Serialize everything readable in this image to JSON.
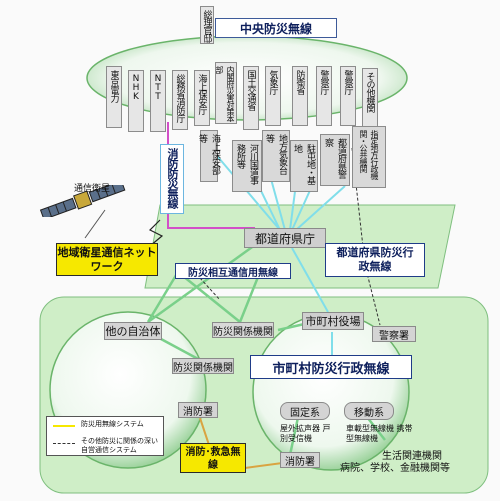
{
  "central": {
    "title": "中央防災無線",
    "hq": "総理官邸",
    "top_pillars": [
      "東京電力",
      "NHK",
      "NTT",
      "総務省消防庁",
      "海上保安庁",
      "内閣府災害対策本部",
      "国土交通省",
      "気象庁",
      "防衛省",
      "警察庁",
      "警察庁",
      "その他機関"
    ],
    "lower_pillars": [
      "海上保安部等",
      "河川国道事務所等",
      "地方気象台等",
      "駐屯地・基地",
      "都道府県警察",
      "指定地方行政機関・公共機関"
    ]
  },
  "fire_wireless": "消防防災無線",
  "satellite_label": "通信衛星",
  "satellite_network": "地域衛星通信ネットワーク",
  "prefecture": {
    "office": "都道府県庁",
    "wireless": "都道府県防災行政無線"
  },
  "mutual": "防災相互通信用無線",
  "municipal": {
    "office": "市町村役場",
    "wireless": "市町村防災行政無線",
    "police": "警察署",
    "fixed": "固定系",
    "mobile": "移動系",
    "fixed_desc": "屋外拡声器 戸別受信機",
    "mobile_desc": "車載型無線機 携帯型無線機",
    "life": "生活関連機関",
    "life_list": "病院、学校、金融機関等",
    "fire_station": "消防署"
  },
  "other_gov": {
    "title": "他の自治体",
    "disaster_org": "防災関係機関",
    "fire_station": "消防署"
  },
  "disaster_org": "防災関係機関",
  "rescue": "消防･救急無線",
  "legend": {
    "items": [
      "防災用無線システム",
      "その他防災に関係の深い自営通信システム"
    ]
  },
  "colors": {
    "green_fill": "#cfeec7",
    "green_line": "#7ad08a",
    "cyan_line": "#80deea",
    "navy": "#1f3c88",
    "magenta": "#d24fc8",
    "yellow": "#f6e800",
    "yellow_line": "#d9a441"
  }
}
